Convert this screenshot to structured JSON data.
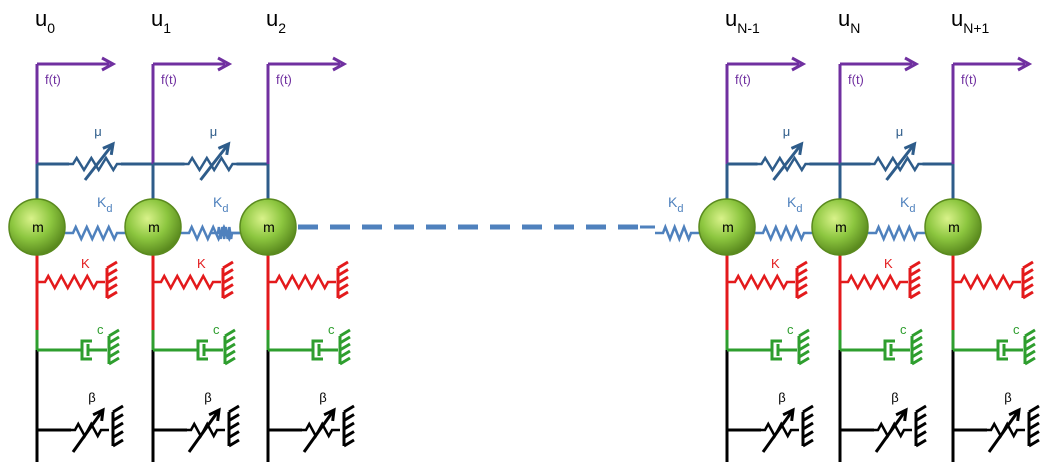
{
  "masses": [
    {
      "displacement": {
        "base": "u",
        "sub": "0"
      },
      "mass_label": "m",
      "force_label": "f(t)",
      "mu_label": "μ",
      "kd_label": {
        "base": "K",
        "sub": "d"
      },
      "k_label": "K",
      "c_label": "c",
      "beta_label": "β"
    },
    {
      "displacement": {
        "base": "u",
        "sub": "1"
      },
      "mass_label": "m",
      "force_label": "f(t)",
      "mu_label": "μ",
      "kd_label": {
        "base": "K",
        "sub": "d"
      },
      "k_label": "K",
      "c_label": "c",
      "beta_label": "β"
    },
    {
      "displacement": {
        "base": "u",
        "sub": "2"
      },
      "mass_label": "m",
      "force_label": "f(t)",
      "mu_label": "",
      "kd_label": {
        "base": "K",
        "sub": "d"
      },
      "k_label": "",
      "c_label": "c",
      "beta_label": "β"
    },
    {
      "displacement": {
        "base": "u",
        "sub": "N-1"
      },
      "mass_label": "m",
      "force_label": "f(t)",
      "mu_label": "μ",
      "kd_label": {
        "base": "K",
        "sub": "d"
      },
      "k_label": "K",
      "c_label": "c",
      "beta_label": "β"
    },
    {
      "displacement": {
        "base": "u",
        "sub": "N"
      },
      "mass_label": "m",
      "force_label": "f(t)",
      "mu_label": "μ",
      "kd_label": {
        "base": "K",
        "sub": "d"
      },
      "k_label": "K",
      "c_label": "c",
      "beta_label": "β"
    },
    {
      "displacement": {
        "base": "u",
        "sub": "N+1"
      },
      "mass_label": "m",
      "force_label": "f(t)",
      "mu_label": "",
      "kd_label": {
        "base": "",
        "sub": ""
      },
      "k_label": "",
      "c_label": "c",
      "beta_label": "β"
    }
  ],
  "colors": {
    "force": "#7030a0",
    "friction": "#2e5c8a",
    "coupling_spring": "#4f81bd",
    "ground_spring": "#e31a1c",
    "damper": "#2e9e2e",
    "nonlinear": "#000000",
    "mass_fill": "#8cc63f",
    "mass_stroke": "#5a8a1e"
  }
}
